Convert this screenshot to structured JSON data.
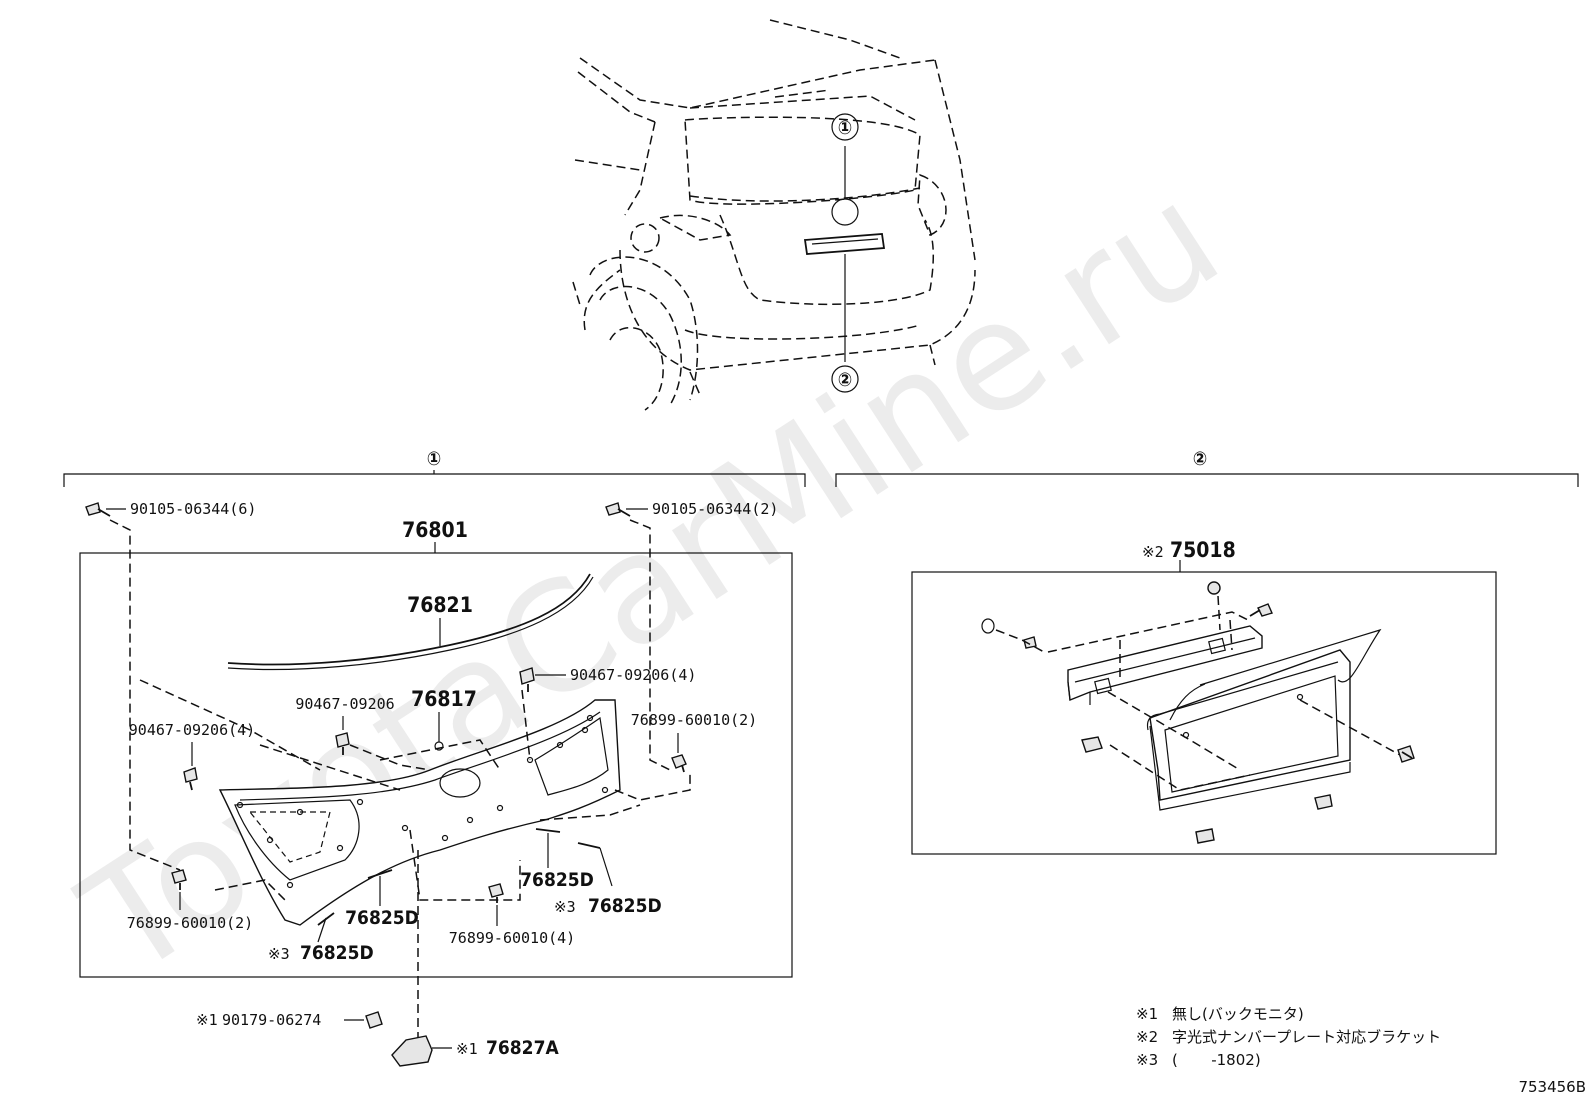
{
  "watermark": "ToyotaCarMine.ru",
  "callouts": {
    "one": "①",
    "two": "②"
  },
  "labels": {
    "bolt_left": "90105-06344(6)",
    "bolt_right": "90105-06344(2)",
    "garnish": "76801",
    "molding": "76821",
    "clip_top_right": "90467-09206(4)",
    "clip_mid": "90467-09206",
    "emblem": "76817",
    "clip_left": "90467-09206(4)",
    "nut_right": "76899-60010(2)",
    "nut_left": "76899-60010(2)",
    "nut_bottom": "76899-60010(4)",
    "tape_a": "76825D",
    "tape_b": "76825D",
    "tape_c_mark": "※3",
    "tape_c": "76825D",
    "tape_d_mark": "※3",
    "tape_d": "76825D",
    "plug_mark": "※1",
    "plug": "90179-06274",
    "camera_mark": "※1",
    "camera": "76827A",
    "bracket_mark": "※2",
    "bracket": "75018"
  },
  "notes": [
    {
      "mark": "※1",
      "text": "無し(バックモニタ)"
    },
    {
      "mark": "※2",
      "text": "字光式ナンバープレート対応ブラケット"
    },
    {
      "mark": "※3",
      "text": "(       -1802)"
    }
  ],
  "diagram_id": "753456B"
}
